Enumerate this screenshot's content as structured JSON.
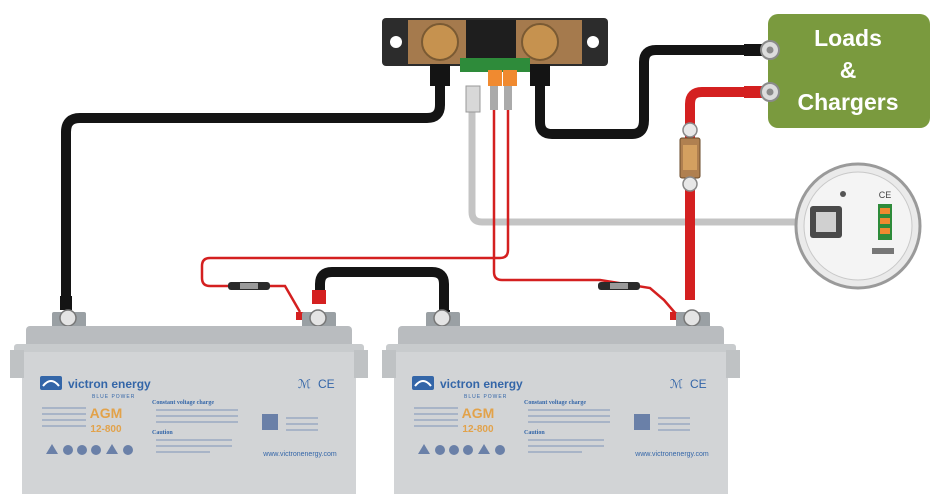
{
  "loads_box": {
    "line1": "Loads",
    "line2": "&",
    "line3": "Chargers",
    "color": "#7a9a3e"
  },
  "batteries": [
    {
      "brand": "victron energy",
      "tagline": "BLUE POWER",
      "model": "AGM",
      "rating": "12-800",
      "section1_title": "Constant voltage charge",
      "section2_title": "Caution",
      "website": "www.victronenergy.com",
      "cert": "ℳ",
      "ce": "CE"
    },
    {
      "brand": "victron energy",
      "tagline": "BLUE POWER",
      "model": "AGM",
      "rating": "12-800",
      "section1_title": "Constant voltage charge",
      "section2_title": "Caution",
      "website": "www.victronenergy.com",
      "cert": "ℳ",
      "ce": "CE"
    }
  ],
  "monitor": {
    "ce": "CE"
  },
  "colors": {
    "cable_black": "#151515",
    "cable_red": "#d42020",
    "cable_grey": "#c8c8c8",
    "battery_body": "#d2d4d6",
    "battery_lid": "#b9bcbf",
    "brand_blue": "#3466a8",
    "model_orange": "#e2a24a"
  }
}
